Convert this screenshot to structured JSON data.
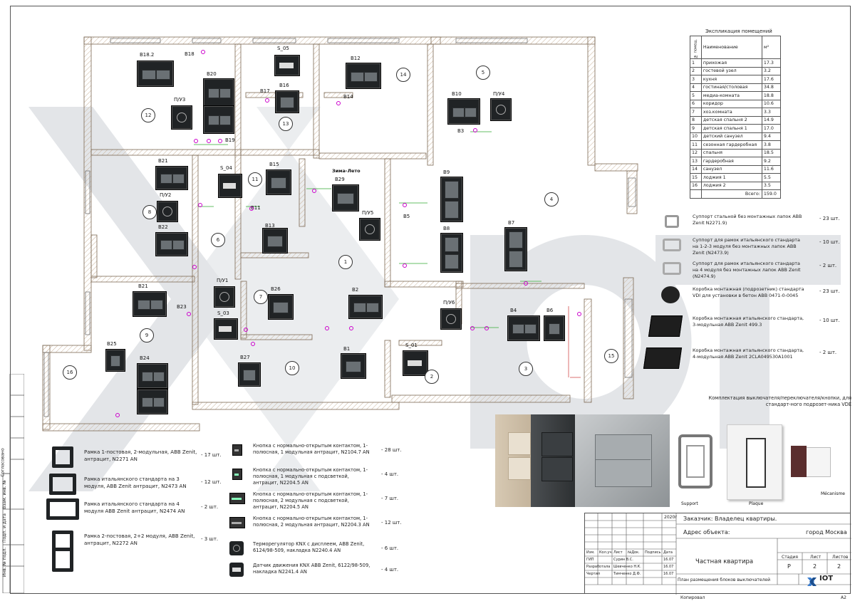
{
  "explication": {
    "title": "Экспликация помещений",
    "headers": [
      "№ помещ.",
      "Наименование",
      "м²"
    ],
    "rows": [
      [
        "1",
        "прихожая",
        "17.3"
      ],
      [
        "2",
        "гостевой узел",
        "3.2"
      ],
      [
        "3",
        "кухня",
        "17.6"
      ],
      [
        "4",
        "гостиная/столовая",
        "34.8"
      ],
      [
        "5",
        "медиа-комната",
        "18.8"
      ],
      [
        "6",
        "коридор",
        "10.6"
      ],
      [
        "7",
        "хоз.комната",
        "3.3"
      ],
      [
        "8",
        "детская спальня 2",
        "14.9"
      ],
      [
        "9",
        "детская спальня 1",
        "17.0"
      ],
      [
        "10",
        "детский санузел",
        "9.4"
      ],
      [
        "11",
        "сезонная гардеробная",
        "3.8"
      ],
      [
        "12",
        "спальня",
        "18.5"
      ],
      [
        "13",
        "гардеробная",
        "9.2"
      ],
      [
        "14",
        "санузел",
        "11.6"
      ],
      [
        "15",
        "лоджия 1",
        "5.5"
      ],
      [
        "16",
        "лоджия 2",
        "3.5"
      ]
    ],
    "total_label": "Всего:",
    "total_value": "159.0"
  },
  "hardware": [
    {
      "text": "Суппорт стальной без монтажных лапок ABB Zenit N2271.9)",
      "qty": "- 23 шт."
    },
    {
      "text": "Суппорт для рамок итальянского стандарта на 1-2-3 модуля без монтажных лапок ABB Zenit (N2473.9)",
      "qty": "- 10 шт."
    },
    {
      "text": "Суппорт для рамок итальянского стандарта на 4 модуля без монтажных лапок ABB Zenit (N2474.9)",
      "qty": "- 2 шт."
    },
    {
      "text": "Коробка монтажная (подрозетник) стандарта VDI для установки в бетон ABB 0471-0-0045",
      "qty": "- 23 шт."
    },
    {
      "text": "Коробка монтажная итальянского стандарта, 3-модульная ABB Zenit 499.3",
      "qty": "- 10 шт."
    },
    {
      "text": "Коробка монтажная итальянского стандарта, 4-модульная ABB Zenit 2CLA049530A1001",
      "qty": "- 2 шт."
    }
  ],
  "kit_caption": "Комплектация выключателя/переключателя/кнопки, для стандарт-ного подрозет-ника VDE",
  "photo_labels": {
    "support": "Support",
    "plaque": "Plaque",
    "mecanisme": "Mécanisme"
  },
  "frames_legend": [
    {
      "text": "Рамка 1-постовая, 2-модульная, ABB Zenit, антрацит, N2271 AN",
      "qty": "- 17 шт."
    },
    {
      "text": "Рамка итальянского стандарта на 3 модуля, ABB Zenit антрацит, N2473 AN",
      "qty": "- 12 шт."
    },
    {
      "text": "Рамка итальянского стандарта на 4 модуля ABB Zenit антрацит, N2474 AN",
      "qty": "- 2 шт."
    },
    {
      "text": "Рамка 2-постовая, 2+2 модуля, ABB Zenit, антрацит, N2272 AN",
      "qty": "- 3 шт."
    }
  ],
  "buttons_legend": [
    {
      "text": "Кнопка с нормально-открытым контактом, 1-полюсная, 1 модульная антрацит, N2104.7 AN",
      "qty": "- 28 шт."
    },
    {
      "text": "Кнопка с нормально-открытым контактом, 1-полюсная, 1 модульная с подсветкой, антрацит, N2204.5 AN",
      "qty": "- 4 шт."
    },
    {
      "text": "Кнопка с нормально-открытым контактом, 1-полюсная, 2 модульная с подсветкой, антрацит, N2204.5 AN",
      "qty": "- 7 шт."
    },
    {
      "text": "Кнопка с нормально-открытым контактом, 1-полюсная, 2 модульная антрацит, N2204.3 AN",
      "qty": "- 12 шт."
    },
    {
      "text": "Терморегулятор KNX с дисплеем, ABB Zenit, 6124/98-509, накладка N2240.4 AN",
      "qty": "- 6 шт."
    },
    {
      "text": "Датчик движения KNX ABB Zenit, 6122/98-509, накладка N2241.4 AN",
      "qty": "- 4 шт."
    }
  ],
  "side_stamp": [
    "Согласовано",
    "Взам. инв. №",
    "Подп. и дата",
    "Инв. № подл."
  ],
  "title_block": {
    "code": "2020г",
    "customer": "Заказчик: Владелец квартиры.",
    "address_label": "Адрес объекта:",
    "address_value": "город Москва",
    "object": "Частная квартира",
    "sheet_title": "План размещения блоков выключателей",
    "stage_h": "Стадия",
    "sheet_h": "Лист",
    "sheets_h": "Листов",
    "stage": "Р",
    "sheet": "2",
    "sheets": "2",
    "cols": [
      "Изм.",
      "Кол.уч.",
      "Лист",
      "№Док.",
      "Подпись",
      "Дата"
    ],
    "rows": [
      [
        "ГИП",
        "Сурин В.С.",
        "",
        "16.07"
      ],
      [
        "Разработала",
        "Шевченко Н.К.",
        "",
        "16.07"
      ],
      [
        "Чертил",
        "Тимченко Д.Ф.",
        "",
        "16.07"
      ]
    ],
    "logo": "IOT",
    "copied": "Копировал",
    "format": "А2"
  },
  "plan_labels": {
    "zima_leto": "Зима-Лето",
    "devices": [
      "B18.2",
      "B18",
      "B20",
      "S_05",
      "B16",
      "B12",
      "B10",
      "П/У4",
      "П/У3",
      "B21",
      "П/У2",
      "B22",
      "S_04",
      "B15",
      "B29",
      "B9",
      "П/У5",
      "B13",
      "B8",
      "B7",
      "B21",
      "П/У1",
      "B26",
      "B2",
      "П/У6",
      "B4",
      "B6",
      "S_03",
      "B25",
      "B24",
      "B27",
      "B1",
      "S_01",
      "B23",
      "B19",
      "B14",
      "B11",
      "B5",
      "B3",
      "B17"
    ],
    "rooms": [
      "12",
      "13",
      "14",
      "5",
      "11",
      "4",
      "8",
      "6",
      "1",
      "7",
      "9",
      "10",
      "2",
      "3",
      "15",
      "16"
    ]
  }
}
